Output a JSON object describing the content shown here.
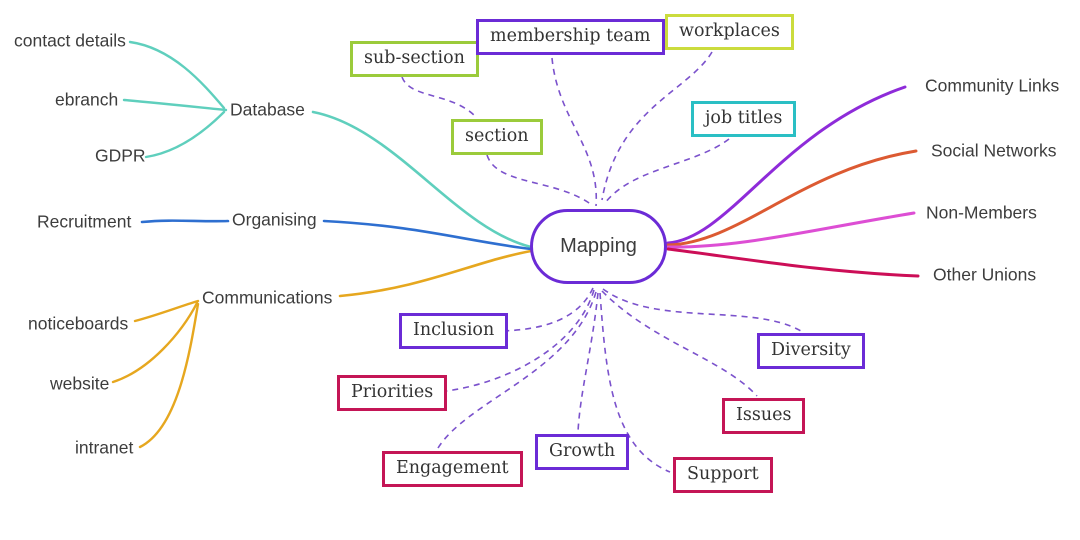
{
  "colors": {
    "teal": "#5fcfbd",
    "blue": "#2e6fd0",
    "amber": "#e6a71f",
    "purple_line": "#8e2bd9",
    "orange_red": "#dc5a32",
    "magenta": "#dd4ed4",
    "crimson_line": "#cc0e57",
    "dash_purple": "#7b52cc",
    "node_purple": "#6b2bd6",
    "green_box": "#9bcb3b",
    "lime_box": "#cbdc3d",
    "cyan_box": "#2abfc4",
    "crimson_box": "#c41556",
    "purple_box": "#6b2bd6",
    "text": "#3d3d3d"
  },
  "center": {
    "label": "Mapping"
  },
  "labels": {
    "contact_details": "contact details",
    "ebranch": "ebranch",
    "gdpr": "GDPR",
    "database": "Database",
    "recruitment": "Recruitment",
    "organising": "Organising",
    "communications": "Communications",
    "noticeboards": "noticeboards",
    "website": "website",
    "intranet": "intranet",
    "community_links": "Community Links",
    "social_networks": "Social Networks",
    "non_members": "Non-Members",
    "other_unions": "Other Unions"
  },
  "boxes": {
    "sub_section": "sub-section",
    "membership_team": "membership team",
    "workplaces": "workplaces",
    "section": "section",
    "job_titles": "job titles",
    "inclusion": "Inclusion",
    "priorities": "Priorities",
    "engagement": "Engagement",
    "growth": "Growth",
    "support": "Support",
    "issues": "Issues",
    "diversity": "Diversity"
  }
}
